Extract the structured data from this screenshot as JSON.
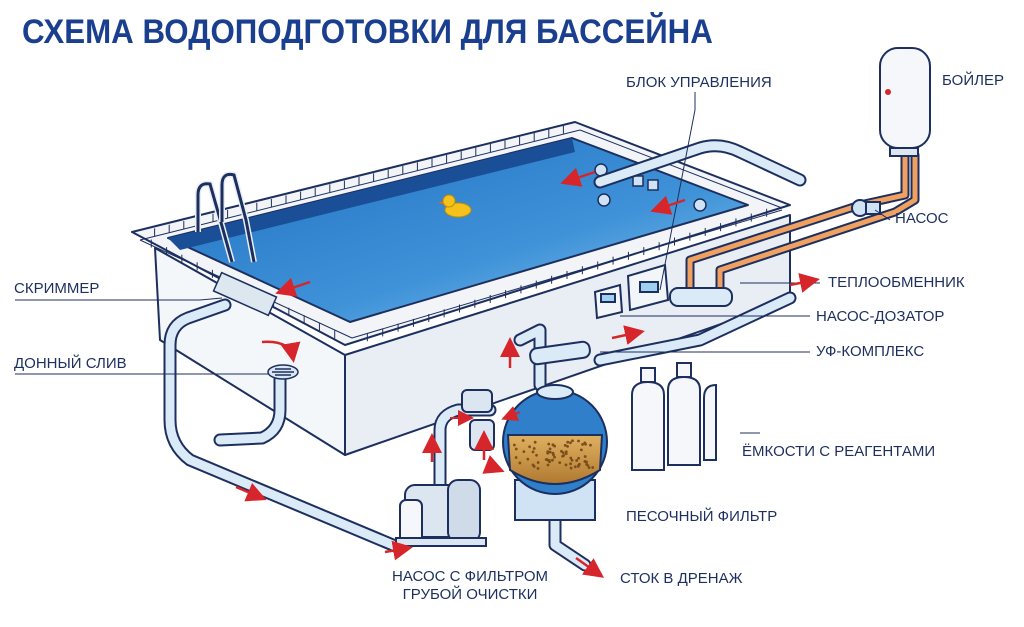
{
  "title": "СХЕМА ВОДОПОДГОТОВКИ ДЛЯ БАССЕЙНА",
  "labels": {
    "control_unit": "БЛОК УПРАВЛЕНИЯ",
    "boiler": "БОЙЛЕР",
    "pump_top": "НАСОС",
    "skimmer": "СКРИММЕР",
    "bottom_drain": "ДОННЫЙ СЛИВ",
    "heat_exchanger": "ТЕПЛООБМЕННИК",
    "dosing_pump": "НАСОС-ДОЗАТОР",
    "uv_complex": "УФ-КОМПЛЕКС",
    "reagent_tanks": "ЁМКОСТИ С РЕАГЕНТАМИ",
    "sand_filter": "ПЕСОЧНЫЙ ФИЛЬТР",
    "pump_with_filter_line1": "НАСОС С ФИЛЬТРОМ",
    "pump_with_filter_line2": "ГРУБОЙ ОЧИСТКИ",
    "drain_outlet": "СТОК В ДРЕНАЖ"
  },
  "colors": {
    "title": "#1b3f8f",
    "outline": "#1c2f5e",
    "water": "#2f7fcb",
    "water_light": "#7fc0ee",
    "pipe": "#dbeaf7",
    "arrow": "#d6262b",
    "hot_pipe": "#f0a060"
  }
}
